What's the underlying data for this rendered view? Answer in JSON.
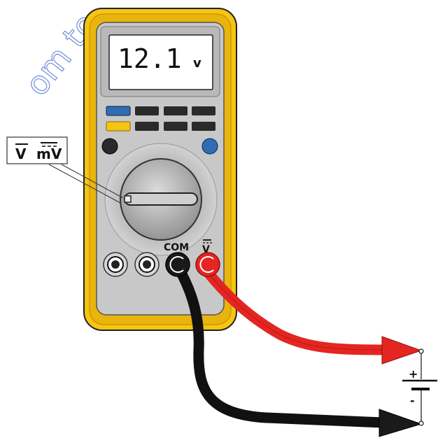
{
  "watermark": "om to",
  "display": {
    "value": "12.1",
    "unit": "v"
  },
  "callout": {
    "function_dc_volts": "V",
    "function_dc_millivolts": "mV"
  },
  "jacks": {
    "com_label": "COM",
    "volt_label": "V"
  },
  "battery": {
    "positive_sign": "+",
    "negative_sign": "-"
  },
  "colors": {
    "case_yellow": "#F6C413",
    "face_gray": "#C8C8C8",
    "probe_red": "#E52521",
    "probe_black": "#1A1A1A",
    "button_blue": "#2E6DB4",
    "button_yellow": "#F6C413"
  }
}
